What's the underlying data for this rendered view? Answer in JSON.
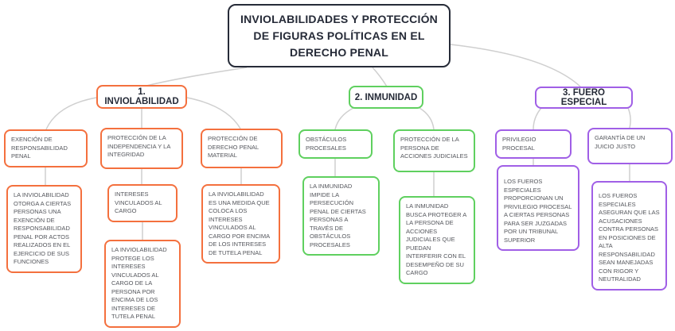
{
  "palette": {
    "dark": "#262B38",
    "orange": "#F4703E",
    "green": "#5FD05F",
    "purple": "#A05FE6",
    "line": "#CFCFCF",
    "heading": "#252A37",
    "body": "#54565C"
  },
  "root": {
    "title": "INVIOLABILIDADES Y PROTECCIÓN DE FIGURAS POLÍTICAS EN EL DERECHO PENAL"
  },
  "branches": [
    {
      "label": "1. INVIOLABILIDAD",
      "color": "#F4703E",
      "nodes": [
        {
          "title": "EXENCIÓN DE RESPONSABILIDAD PENAL",
          "detail": "LA INVIOLABILIDAD OTORGA A CIERTAS PERSONAS UNA EXENCIÓN DE RESPONSABILIDAD PENAL POR ACTOS REALIZADOS EN EL EJERCICIO DE SUS FUNCIONES"
        },
        {
          "title": "PROTECCIÓN DE LA INDEPENDENCIA Y LA INTEGRIDAD",
          "subtitle": "INTERESES VINCULADOS AL CARGO",
          "detail": "LA INVIOLABILIDAD PROTEGE LOS INTERESES VINCULADOS AL CARGO DE LA PERSONA POR ENCIMA DE LOS INTERESES DE TUTELA PENAL"
        },
        {
          "title": "PROTECCIÓN DE DERECHO PENAL MATERIAL",
          "detail": "LA INVIOLABILIDAD ES UNA MEDIDA QUE COLOCA LOS INTERESES VINCULADOS AL CARGO POR ENCIMA DE LOS INTERESES DE TUTELA PENAL"
        }
      ]
    },
    {
      "label": "2. INMUNIDAD",
      "color": "#5FD05F",
      "nodes": [
        {
          "title": "OBSTÁCULOS PROCESALES",
          "detail": "LA INMUNIDAD IMPIDE LA PERSECUCIÓN PENAL DE CIERTAS PERSONAS A TRAVÉS DE OBSTÁCULOS PROCESALES"
        },
        {
          "title": "PROTECCIÓN DE LA PERSONA DE ACCIONES JUDICIALES",
          "detail": "LA INMUNIDAD BUSCA PROTEGER A LA PERSONA DE ACCIONES JUDICIALES QUE PUEDAN INTERFERIR CON EL DESEMPEÑO DE SU CARGO"
        }
      ]
    },
    {
      "label": "3. FUERO ESPECIAL",
      "color": "#A05FE6",
      "nodes": [
        {
          "title": "PRIVILEGIO PROCESAL",
          "detail": "LOS FUEROS ESPECIALES PROPORCIONAN UN PRIVILEGIO PROCESAL A CIERTAS PERSONAS PARA SER JUZGADAS POR UN TRIBUNAL SUPERIOR"
        },
        {
          "title": "GARANTÍA DE UN JUICIO JUSTO",
          "detail": "LOS FUEROS ESPECIALES ASEGURAN QUE LAS ACUSACIONES CONTRA PERSONAS EN POSICIONES DE ALTA RESPONSABILIDAD SEAN MANEJADAS CON RIGOR Y NEUTRALIDAD"
        }
      ]
    }
  ]
}
